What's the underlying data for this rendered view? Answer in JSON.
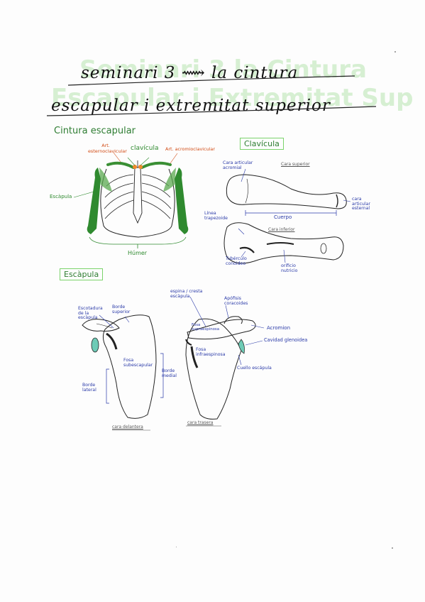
{
  "title": {
    "line1": "seminari 3 ⟿ la cintura",
    "line2": "escapular i extremitat superior",
    "ghost1": "Seminari 3 la Cintura",
    "ghost2": "Escapular i Extremitat Sup"
  },
  "section_cintura": {
    "heading": "Cintura escapular",
    "labels": {
      "art_esternoclavicular": "Art. esternoclavicular",
      "clavicula": "clavícula",
      "art_acromioclavicular": "Art. acromioclavicular",
      "escapula": "Escàpula",
      "humer": "Húmer"
    }
  },
  "section_clavicula": {
    "box_title": "Clavícula",
    "labels": {
      "cara_superior": "Cara superior",
      "cara_articular_acromial": "Cara articular acromial",
      "cara_articular_esternal": "cara articular esternal",
      "cos": "Cuerpo",
      "linia_trapezoide": "Línea trapezoide",
      "cara_inferior": "Cara inferior",
      "tuberculo_conoideo": "Tubérculo conoideo",
      "orificio_nutricio": "orificio nutricio"
    }
  },
  "section_escapula": {
    "box_title": "Escàpula",
    "anterior": {
      "escotadura": "Escotadura de la escàpula",
      "borde_superior": "Borde superior",
      "fosa_subescapular": "Fosa subescapular",
      "borde_medial": "Borde medial",
      "borde_lateral": "Borde lateral",
      "caption": "cara delantera"
    },
    "posterior": {
      "espina": "espina / cresta escàpula",
      "apofisis_coracoides": "Apófisis coracoides",
      "acromion": "Acromion",
      "fosa_supraespinosa": "Fosa supraespinosa",
      "cavidad_glenoidea": "Cavidad glenoidea",
      "fosa_infraespinosa": "Fosa infraespinosa",
      "cuello": "Cuello escápula",
      "caption": "cara trasera"
    }
  },
  "colors": {
    "ink": "#1a1a1a",
    "label_blue": "#2a3aa8",
    "bone_green": "#2f8a2f",
    "highlight_green": "#7bd36b",
    "ghost_green": "#d6efd2",
    "orange": "#d14a13",
    "teal": "#5fc3b0"
  }
}
